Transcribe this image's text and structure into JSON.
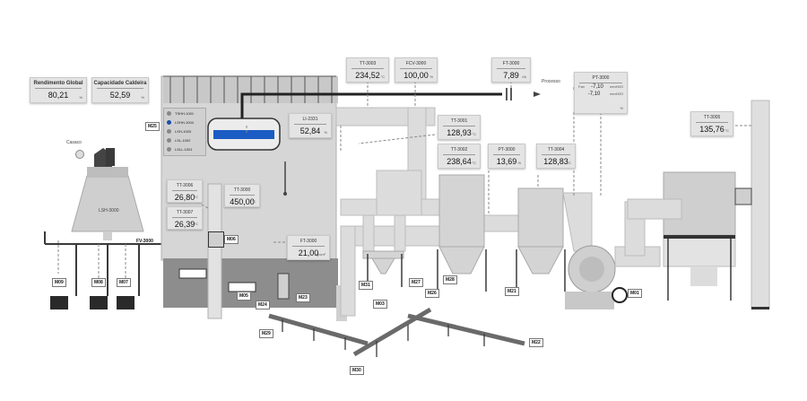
{
  "header_boxes": {
    "rendimento": {
      "title": "Rendimento Global",
      "value": "80,21",
      "unit": "%"
    },
    "capacidade": {
      "title": "Capacidade Caldeira",
      "value": "52,59",
      "unit": "%"
    }
  },
  "tags": {
    "tt3003": {
      "title": "TT-3003",
      "value": "234,52",
      "unit": "°C"
    },
    "fcv3000": {
      "title": "FCV-3000",
      "value": "100,00",
      "unit": "%"
    },
    "ft3000top": {
      "title": "FT-3000",
      "value": "7,89",
      "unit": "t/h"
    },
    "li2331": {
      "title": "LI-2331",
      "value": "52,84",
      "unit": "%"
    },
    "tt3001": {
      "title": "TT-3001",
      "value": "128,93",
      "unit": "°C"
    },
    "tt3002": {
      "title": "TT-3002",
      "value": "238,64",
      "unit": "°C"
    },
    "pt3000": {
      "title": "PT-3000",
      "value": "13,69",
      "unit": "%"
    },
    "tt3004": {
      "title": "TT-3004",
      "value": "128,83",
      "unit": "°C"
    },
    "tt3005": {
      "title": "TT-3005",
      "value": "135,76",
      "unit": "°C"
    },
    "tt3006": {
      "title": "TT-3006",
      "value": "26,80",
      "unit": "°C"
    },
    "tt3007": {
      "title": "TT-3007",
      "value": "26,39",
      "unit": "°C"
    },
    "tt3000": {
      "title": "TT-3000",
      "value": "450,00",
      "unit": "°C"
    },
    "ft3000low": {
      "title": "FT-3000",
      "value": "21,00",
      "unit": "kg/cm²"
    }
  },
  "pressure_box": {
    "title": "PT-3000",
    "row1_label": "Fan",
    "row1_value": "-7,10",
    "row1_unit": "mmH2O",
    "row2_value": "-7,10",
    "row2_unit": "mmH2O",
    "unit": "%"
  },
  "levels": [
    "TSHH-1001",
    "LSHH-1004",
    "LSH-1003",
    "LSL-1002",
    "LSLL-1001"
  ],
  "level_active_index": 1,
  "labels": {
    "casaco": "Casaco",
    "processo": "Processo",
    "lsh3000": "LSH-3000",
    "fv3000": "FV-3000"
  },
  "motors": [
    "M25",
    "M06",
    "M05",
    "M24",
    "M23",
    "M29",
    "M30",
    "M31",
    "M03",
    "M27",
    "M26",
    "M28",
    "M21",
    "M22",
    "M01",
    "M09",
    "M08",
    "M07"
  ],
  "colors": {
    "equipment": "#d4d4d4",
    "equipment_dark": "#8a8a8a",
    "pipe": "#dcdcdc",
    "level_bar": "#1a5bc4",
    "structure": "#4a4a4a"
  }
}
